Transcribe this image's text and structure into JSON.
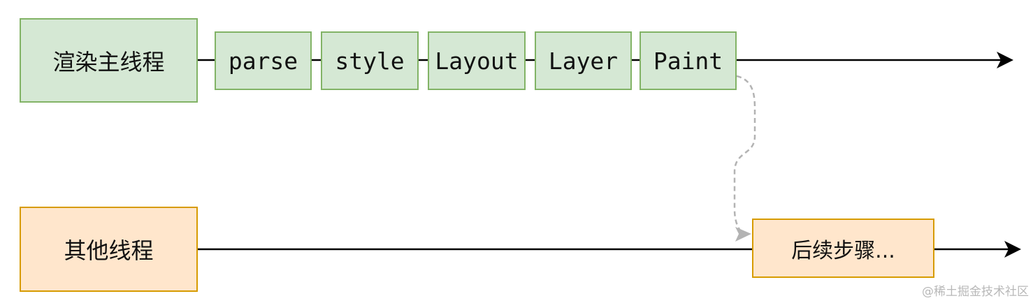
{
  "threads": {
    "main": "渲染主线程",
    "other": "其他线程"
  },
  "pipeline": [
    {
      "label": "parse"
    },
    {
      "label": "style"
    },
    {
      "label": "Layout"
    },
    {
      "label": "Layer"
    },
    {
      "label": "Paint"
    }
  ],
  "next_step": "后续步骤...",
  "watermark": "@稀土掘金技术社区",
  "colors": {
    "green_fill": "#d5e8d4",
    "green_border": "#82b366",
    "orange_fill": "#ffe6cc",
    "orange_border": "#d79b00",
    "arrow": "#000000",
    "dashed_connector": "#b3b3b3"
  }
}
